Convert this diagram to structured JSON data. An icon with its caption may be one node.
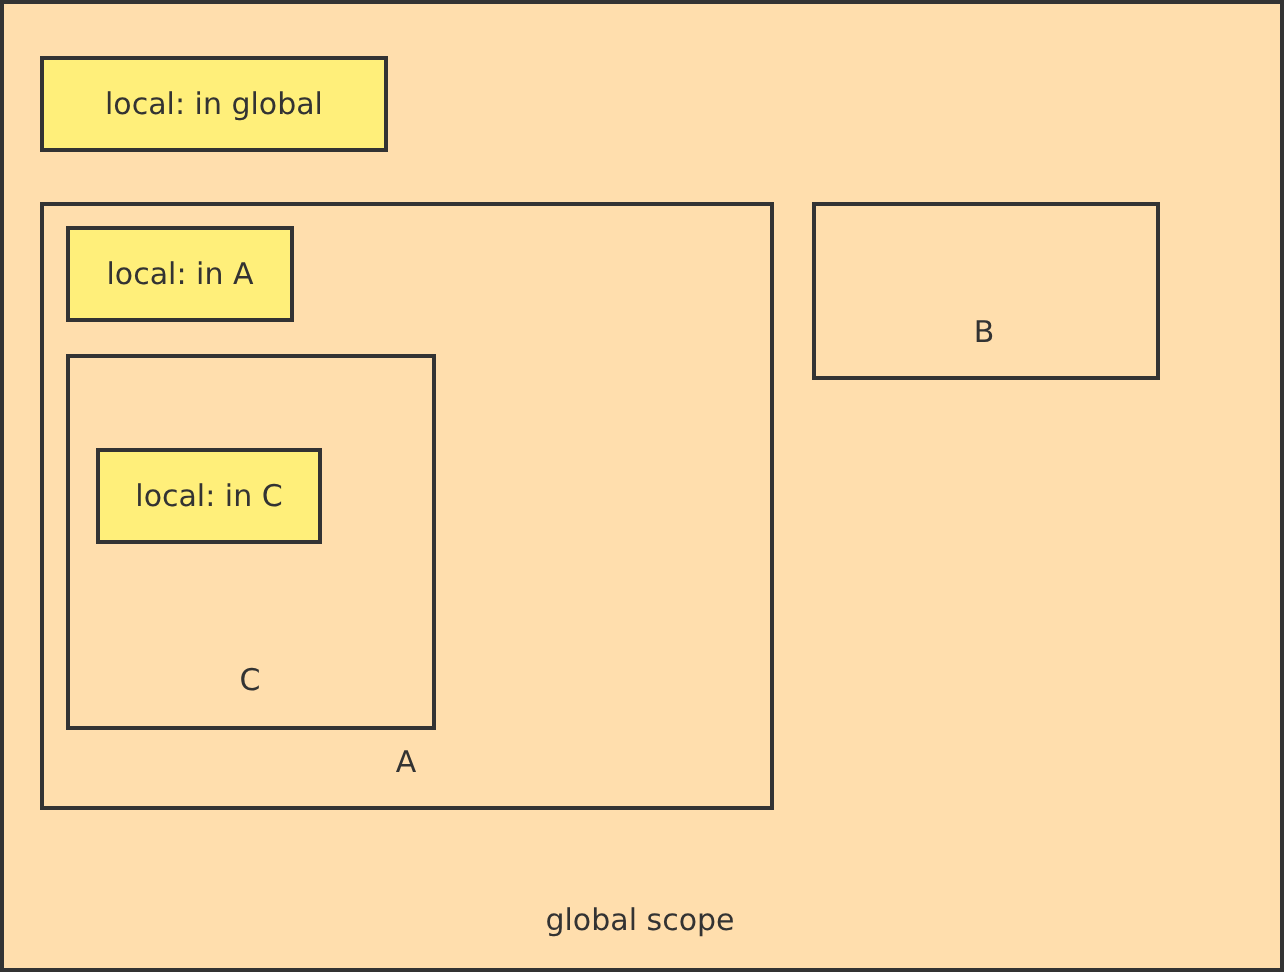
{
  "diagram": {
    "nodes": [
      {
        "text": [
          "global scope"
        ]
      },
      {
        "text": [
          "local: in global"
        ],
        "in": 0
      },
      {
        "text": [
          "A"
        ],
        "in": 0
      },
      {
        "text": [
          "local: in A"
        ],
        "in": 2
      },
      {
        "text": [
          "C"
        ],
        "in": 2
      },
      {
        "text": [
          "local: in C"
        ],
        "in": 4
      },
      {
        "text": [
          "B"
        ],
        "in": 0
      }
    ]
  }
}
